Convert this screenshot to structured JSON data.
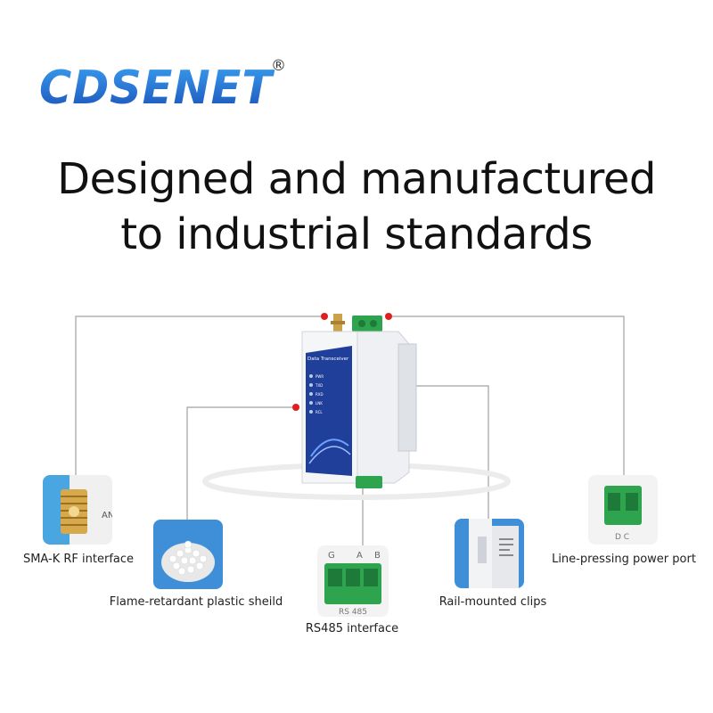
{
  "brand": {
    "logo_text": "CDSENET",
    "registered_mark": "®"
  },
  "headline": {
    "line1": "Designed and manufactured",
    "line2": "to industrial standards"
  },
  "device": {
    "label": "Data Transceiver",
    "leds": [
      "PWR",
      "TXD",
      "RXD",
      "LNK",
      "RCL"
    ]
  },
  "features": [
    {
      "caption": "SMA-K RF interface",
      "thumb_text": "AN"
    },
    {
      "caption": "Flame-retardant plastic sheild"
    },
    {
      "caption": "RS485 interface",
      "pins": [
        "G",
        "A",
        "B"
      ],
      "thumb_text": "RS 485"
    },
    {
      "caption": "Rail-mounted clips"
    },
    {
      "caption": "Line-pressing power port",
      "thumb_text": "D C"
    }
  ],
  "colors": {
    "logo_blue": "#1f6fd0",
    "terminal_green": "#2fa44f",
    "callout_dot": "#e02020",
    "callout_line": "#9a9a9a",
    "device_blue": "#1f3f9a"
  }
}
